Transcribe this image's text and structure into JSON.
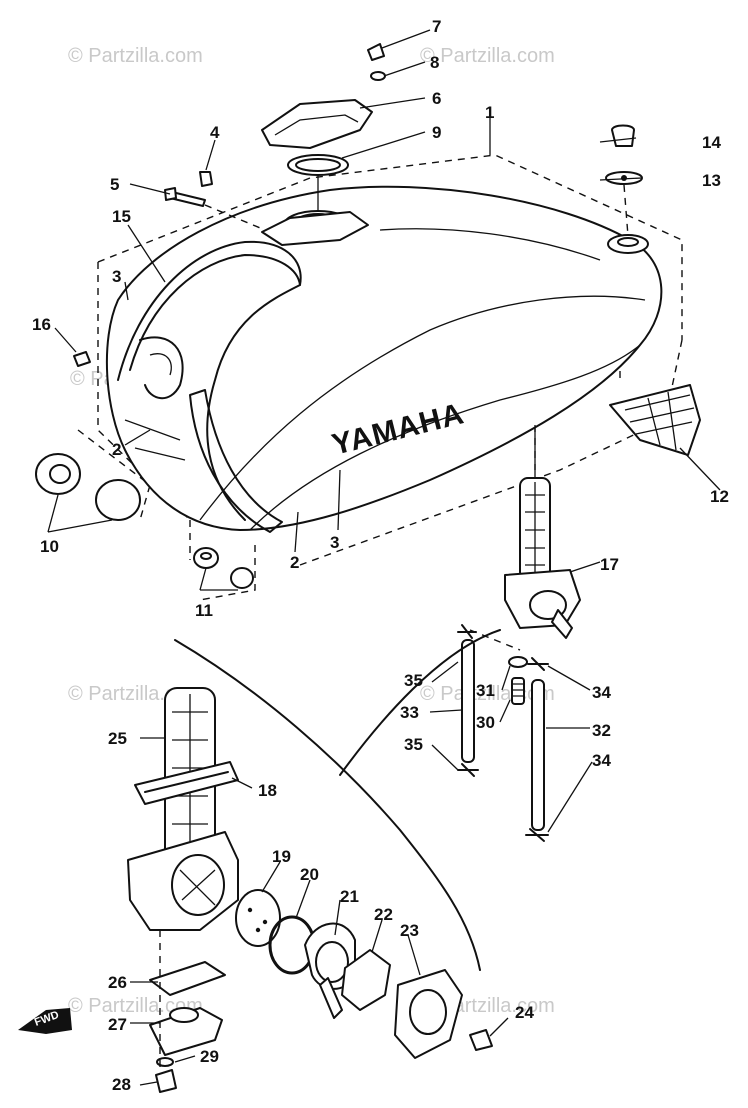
{
  "watermark": {
    "text": "© Partzilla.com"
  },
  "tank_brand": "YAMAHA",
  "direction_marker": "FWD",
  "colors": {
    "line": "#111111",
    "background": "#ffffff",
    "watermark": "#c9c9c9"
  },
  "callouts": {
    "c1": "1",
    "c2a": "2",
    "c2b": "2",
    "c3a": "3",
    "c3b": "3",
    "c4": "4",
    "c5": "5",
    "c6": "6",
    "c7": "7",
    "c8": "8",
    "c9": "9",
    "c10": "10",
    "c11": "11",
    "c12": "12",
    "c13": "13",
    "c14": "14",
    "c15": "15",
    "c16": "16",
    "c17": "17",
    "c18": "18",
    "c19": "19",
    "c20": "20",
    "c21": "21",
    "c22": "22",
    "c23": "23",
    "c24": "24",
    "c25": "25",
    "c26": "26",
    "c27": "27",
    "c28": "28",
    "c29": "29",
    "c30": "30",
    "c31": "31",
    "c32": "32",
    "c33": "33",
    "c34a": "34",
    "c34b": "34",
    "c35a": "35",
    "c35b": "35"
  }
}
